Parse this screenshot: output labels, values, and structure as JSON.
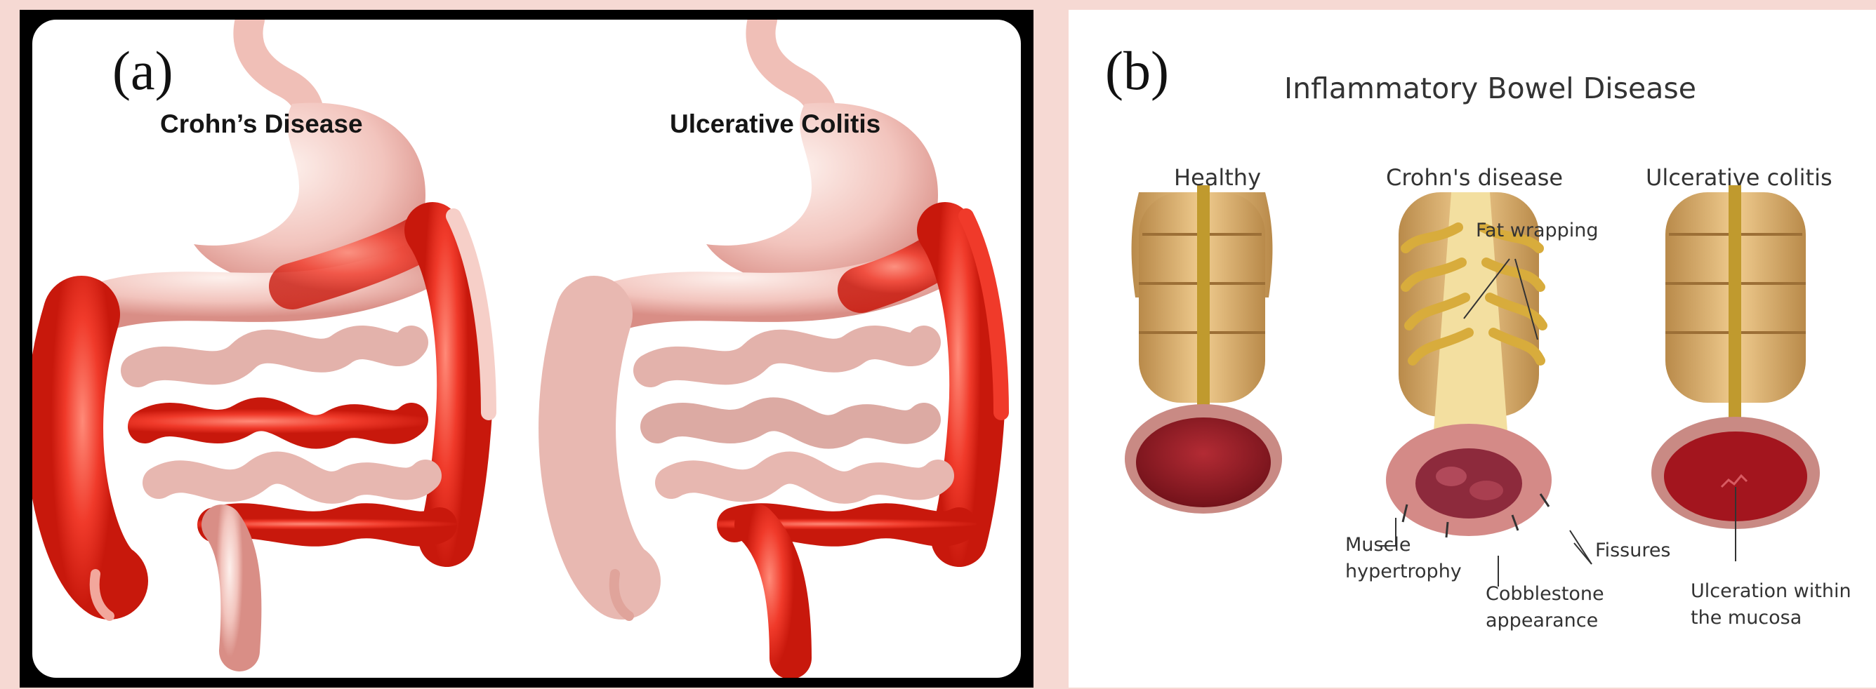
{
  "panel_a": {
    "letter": "(a)",
    "left_caption": "Crohn’s Disease",
    "right_caption": "Ulcerative Colitis"
  },
  "panel_b": {
    "letter": "(b)",
    "title": "Inflammatory Bowel Disease",
    "columns": [
      "Healthy",
      "Crohn's disease",
      "Ulcerative colitis"
    ],
    "annotations": {
      "fat_wrapping": "Fat wrapping",
      "muscle_hypertrophy_1": "Muscle",
      "muscle_hypertrophy_2": "hypertrophy",
      "fissures": "Fissures",
      "cobblestone_1": "Cobblestone",
      "cobblestone_2": "appearance",
      "ulceration_1": "Ulceration within",
      "ulceration_2": "the mucosa"
    }
  },
  "colors": {
    "background": "#f6d9d3",
    "inflamed": "#f03a2a",
    "tissue": "#f2c4bd",
    "colon_tan": "#d9a55c"
  }
}
